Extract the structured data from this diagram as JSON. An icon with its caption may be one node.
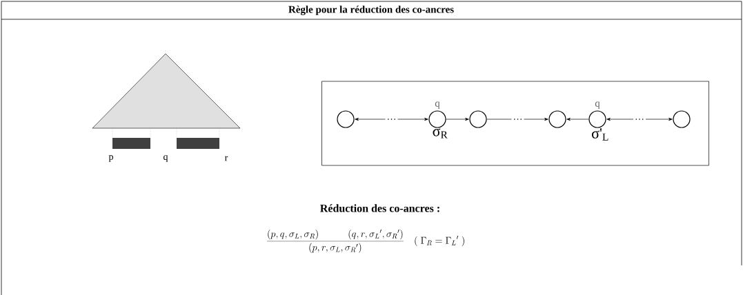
{
  "diagram": {
    "title": "Règle pour la réduction des co-ancres",
    "nodes": [
      {
        "text": [],
        "shape": "box"
      },
      {
        "text": [],
        "shape": "circle",
        "in": 0
      },
      {
        "text": [],
        "shape": "circle",
        "in": 0,
        "beside": [
          "q",
          "σ$_{R}$"
        ]
      },
      {
        "text": [],
        "shape": "circle",
        "in": 0
      },
      {
        "text": [],
        "shape": "circle",
        "in": 0
      },
      {
        "text": [],
        "shape": "circle",
        "in": 0,
        "beside": [
          "q",
          "σ'$_{L}$"
        ]
      },
      {
        "text": [],
        "shape": "circle",
        "in": 0
      }
    ],
    "edges": [
      {
        "from": 1,
        "to": 2,
        "arrow": "both",
        "label": "…"
      },
      {
        "from": 2,
        "to": 3,
        "arrow": "to"
      },
      {
        "from": 3,
        "to": 4,
        "arrow": "to",
        "label": "…"
      },
      {
        "from": 5,
        "to": 4,
        "arrow": "to"
      },
      {
        "from": 5,
        "to": 6,
        "arrow": "both",
        "label": "…"
      }
    ],
    "labels": [
      "p",
      "q",
      "r",
      "Réduction des co-ancres :",
      "\\frac{(p,q,\\sigma_L,\\sigma_R)\\qquad\\quad(q,r,{\\sigma_L}',{\\sigma_R}')}{(p,r,\\sigma_L,{\\sigma_R}')}\\quad(\\;\\Gamma_R=\\Gamma_L{}'\\;)"
    ]
  }
}
